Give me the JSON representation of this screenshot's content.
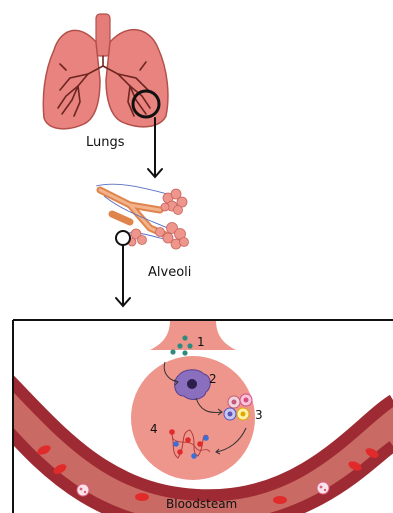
{
  "labels": {
    "lungs": "Lungs",
    "alveoli": "Alveoli",
    "bloodstream": "Bloodsteam"
  },
  "steps": [
    "1",
    "2",
    "3",
    "4"
  ],
  "colors": {
    "lung": "#e9837f",
    "lung_outline": "#b4504c",
    "bronchi": "#6e2622",
    "alveolus_sac": "#ee958c",
    "vessel_wall": "#9e2b33",
    "vessel_inner": "#c96a64",
    "red_cell": "#e12b2b",
    "frame": "#111111"
  },
  "icons": [
    "magnifier-circle-icon",
    "down-arrow-icon",
    "particle-icon",
    "immune-cell-icon",
    "red-blood-cell-icon",
    "white-blood-cell-icon"
  ]
}
